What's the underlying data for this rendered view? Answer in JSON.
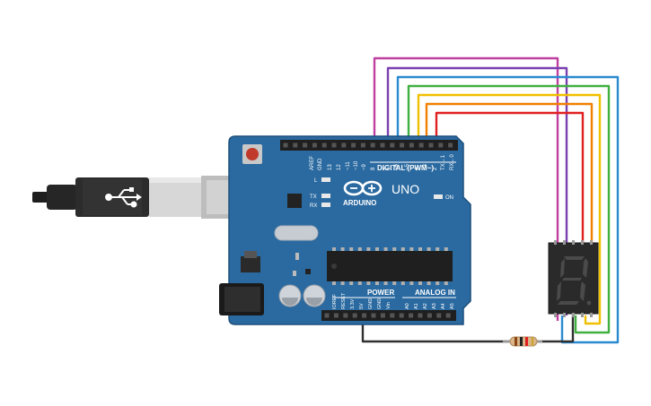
{
  "board": {
    "brand": "ARDUINO",
    "model": "UNO",
    "header_digital_label": "DIGITAL (PWM~)",
    "header_power_label": "POWER",
    "header_analog_label": "ANALOG IN",
    "led_l": "L",
    "led_tx": "TX",
    "led_rx": "RX",
    "led_on": "ON",
    "top_pins": [
      "AREF",
      "GND",
      "13",
      "12",
      "~11",
      "~10",
      "~9",
      "8",
      "7",
      "~6",
      "~5",
      "4",
      "~3",
      "2",
      "TX→1",
      "RX←0"
    ],
    "bottom_pins": [
      "IOREF",
      "RESET",
      "3.3V",
      "5V",
      "GND",
      "GND",
      "Vin",
      "A0",
      "A1",
      "A2",
      "A3",
      "A4",
      "A5"
    ]
  },
  "display": {
    "type": "7-segment display",
    "shown_digit": "8."
  },
  "usb": {
    "type": "USB cable"
  },
  "resistor": {
    "type": "resistor"
  },
  "wires": [
    {
      "color": "#c040a0"
    },
    {
      "color": "#7a40b0"
    },
    {
      "color": "#2a8ad0"
    },
    {
      "color": "#40b040"
    },
    {
      "color": "#f0c000"
    },
    {
      "color": "#f08000"
    },
    {
      "color": "#e02020"
    },
    {
      "color": "#303030"
    }
  ],
  "colors": {
    "board": "#2b6aa0",
    "board_edge": "#1d4f7c",
    "display_body": "#2a2a2a"
  }
}
